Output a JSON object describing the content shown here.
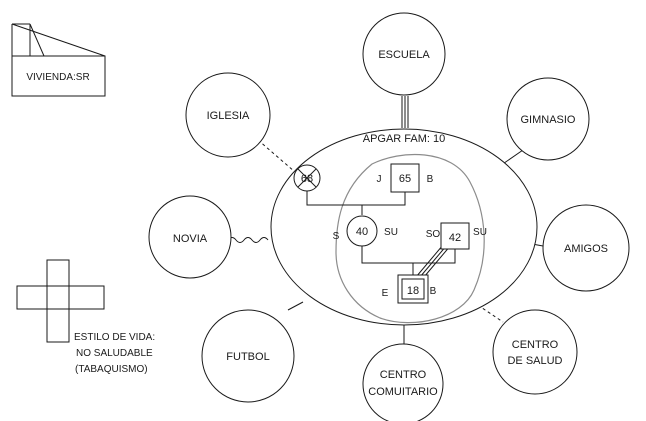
{
  "housing": {
    "label": "VIVIENDA:SR"
  },
  "lifestyle": {
    "line1": "ESTILO DE VIDA:",
    "line2": "NO SALUDABLE",
    "line3": "(TABAQUISMO)"
  },
  "central": {
    "title": "APGAR FAM: 10"
  },
  "external_nodes": {
    "escuela": "ESCUELA",
    "gimnasio": "GIMNASIO",
    "amigos": "AMIGOS",
    "centro_salud_1": "CENTRO",
    "centro_salud_2": "DE SALUD",
    "centro_comunitario_1": "CENTRO",
    "centro_comunitario_2": "COMUITARIO",
    "futbol": "FUTBOL",
    "novia": "NOVIA",
    "iglesia": "IGLESIA"
  },
  "family": {
    "grandmother": {
      "age": "68"
    },
    "grandfather": {
      "age": "65",
      "label_left": "J",
      "label_right": "B"
    },
    "mother": {
      "age": "40",
      "label_left": "S",
      "label_right": "SU"
    },
    "father": {
      "age": "42",
      "label_left": "SO",
      "label_right": "SU"
    },
    "patient": {
      "age": "18",
      "label_left": "E",
      "label_right": "B"
    }
  }
}
